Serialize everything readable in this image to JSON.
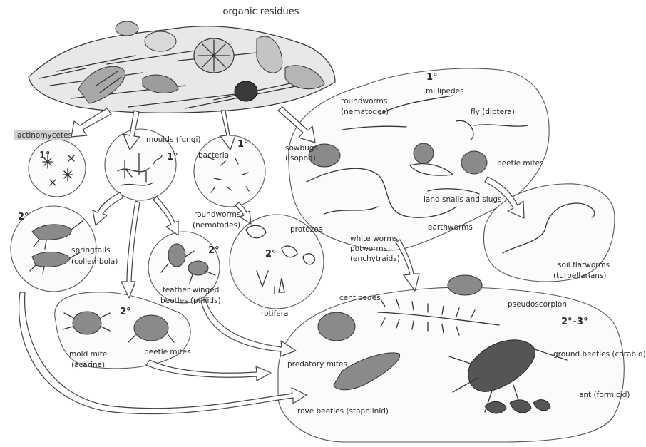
{
  "title": "organic residues",
  "groups": {
    "actinomycetes": {
      "label": "actinomycetes",
      "level": "1°"
    },
    "moulds": {
      "label": "moulds (fungi)",
      "level": "1°"
    },
    "bacteria": {
      "label": "bacteria",
      "level": "1°"
    },
    "springtails": {
      "label": [
        "springtails",
        "(collembola)"
      ],
      "level": "2°"
    },
    "feather_winged": {
      "label": [
        "feather winged",
        "beetles (ptiliids)"
      ],
      "level": "2°"
    },
    "roundworms_2": {
      "label": [
        "roundworms",
        "(nemotodes)"
      ]
    },
    "protozoa": {
      "label": "protozoa",
      "level": "2°"
    },
    "rotifera": {
      "label": "rotifera"
    },
    "mold_mite": {
      "label": [
        "mold mite",
        "(acarina)"
      ],
      "level": "2°"
    },
    "beetle_mites_2": {
      "label": "beetle mites"
    },
    "primary_group": {
      "level": "1°",
      "roundworms": [
        "roundworms",
        "(nematodes)"
      ],
      "millipedes": "millipedes",
      "fly": "fly (diptera)",
      "sowbugs": [
        "sowbugs",
        "(isopod)"
      ],
      "beetle_mites": "beetle mites",
      "snails": "land snails and slugs",
      "earthworms": "earthworms",
      "white_worms": [
        "white worms",
        "potworms",
        "(enchytraids)"
      ]
    },
    "flatworms": {
      "label": [
        "soil flatworms",
        "(turbellarians)"
      ]
    },
    "predators": {
      "level": "2°–3°",
      "centipedes": "centipedes",
      "pseudoscorpion": "pseudoscorpion",
      "predatory_mites": "predatory mites",
      "ground_beetles": "ground beetles (carabid)",
      "ant": "ant (formicid)",
      "rove_beetles": "rove beetles (staphlinid)"
    }
  },
  "colors": {
    "ink": "#2a2a2a",
    "bubble": "#fbfbfb",
    "highlight": "#d0d0d0"
  }
}
